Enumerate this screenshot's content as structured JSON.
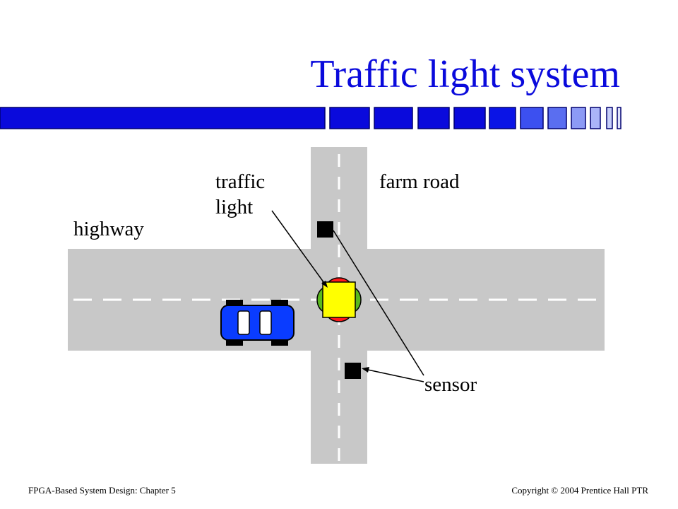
{
  "slide": {
    "title": "Traffic light system"
  },
  "diagram": {
    "labels": {
      "traffic_light_line1": "traffic",
      "traffic_light_line2": "light",
      "farm_road": "farm road",
      "highway": "highway",
      "sensor": "sensor"
    },
    "colors": {
      "title": "#0a0adc",
      "road": "#c8c8c8",
      "lane_marking": "#ffffff",
      "car_body": "#0a3cff",
      "car_wheels": "#000000",
      "signal_red": "#ff1a1a",
      "signal_green": "#5ab81e",
      "signal_yellow": "#ffff00",
      "sensor": "#000000",
      "title_bar_blue": "#0a0adc"
    }
  },
  "footer": {
    "left": "FPGA-Based System Design: Chapter 5",
    "right": "Copyright © 2004 Prentice Hall PTR"
  }
}
